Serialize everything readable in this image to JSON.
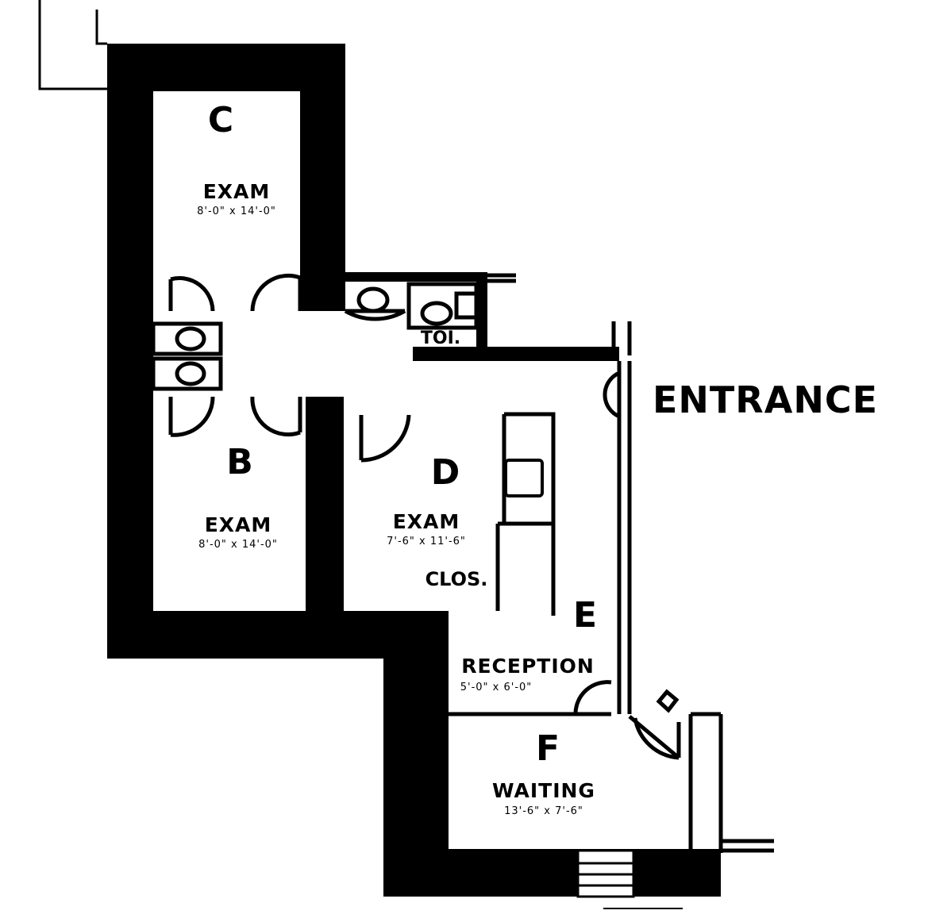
{
  "plan": {
    "entrance_label": "ENTRANCE",
    "rooms": [
      {
        "id": "C",
        "letter": "C",
        "name": "EXAM",
        "dimensions": "8'-0\" x 14'-0\""
      },
      {
        "id": "B",
        "letter": "B",
        "name": "EXAM",
        "dimensions": "8'-0\" x 14'-0\""
      },
      {
        "id": "D",
        "letter": "D",
        "name": "EXAM",
        "dimensions": "7'-6\" x 11'-6\""
      },
      {
        "id": "E",
        "letter": "E",
        "name": "RECEPTION",
        "dimensions": "5'-0\" x 6'-0\""
      },
      {
        "id": "F",
        "letter": "F",
        "name": "WAITING",
        "dimensions": "13'-6\" x 7'-6\""
      }
    ],
    "toilet_label": "TOI.",
    "closet_label": "CLOS."
  },
  "colors": {
    "wall": "#000000",
    "floor": "#ffffff"
  }
}
